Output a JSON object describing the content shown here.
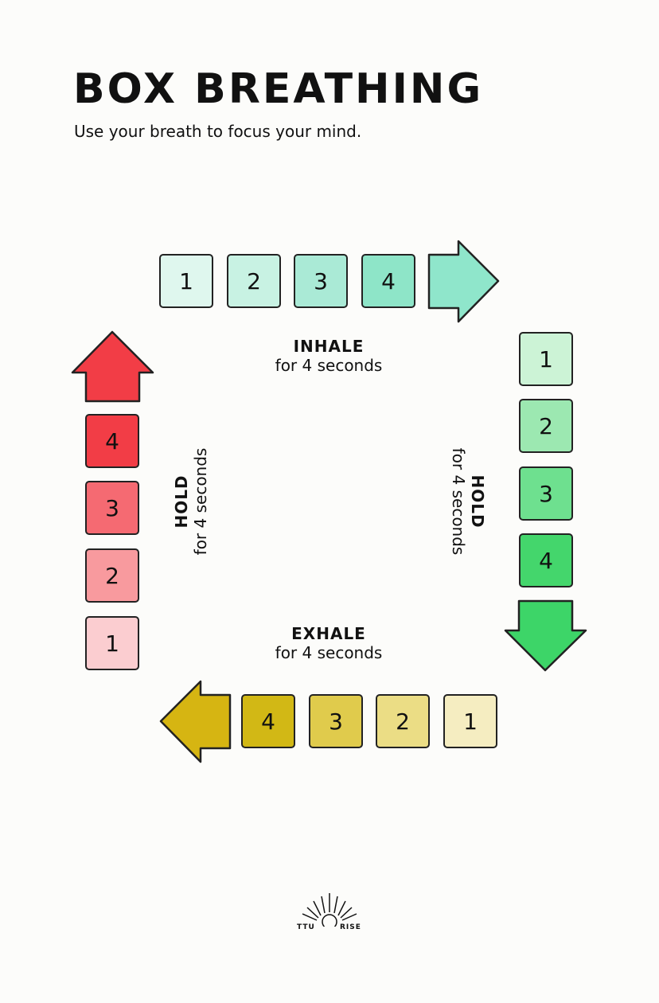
{
  "header": {
    "title": "BOX BREATHING",
    "subtitle": "Use your breath to focus your mind."
  },
  "steps": {
    "inhale": {
      "label": "INHALE",
      "duration": "for 4 seconds",
      "counts": [
        "1",
        "2",
        "3",
        "4"
      ],
      "colors": [
        "#dff7ee",
        "#c8f2e3",
        "#aaead6",
        "#8ee5c8"
      ],
      "arrow_color": "#8fe6cb"
    },
    "hold_right": {
      "label": "HOLD",
      "duration": "for 4 seconds",
      "counts": [
        "1",
        "2",
        "3",
        "4"
      ],
      "colors": [
        "#ccf3d6",
        "#9ce8b1",
        "#6ee08f",
        "#44d66c"
      ],
      "arrow_color": "#3dd568"
    },
    "exhale": {
      "label": "EXHALE",
      "duration": "for 4 seconds",
      "counts": [
        "4",
        "3",
        "2",
        "1"
      ],
      "colors": [
        "#d2b815",
        "#e0cb4c",
        "#ebdd85",
        "#f5edc1"
      ],
      "arrow_color": "#d6b512"
    },
    "hold_left": {
      "label": "HOLD",
      "duration": "for 4 seconds",
      "counts": [
        "4",
        "3",
        "2",
        "1"
      ],
      "colors": [
        "#f23d46",
        "#f56a72",
        "#f89a9e",
        "#fbcdd0"
      ],
      "arrow_color": "#f23d46"
    }
  },
  "logo": {
    "left_text": "TTU",
    "right_text": "RISE",
    "icon": "sunrise-icon"
  }
}
